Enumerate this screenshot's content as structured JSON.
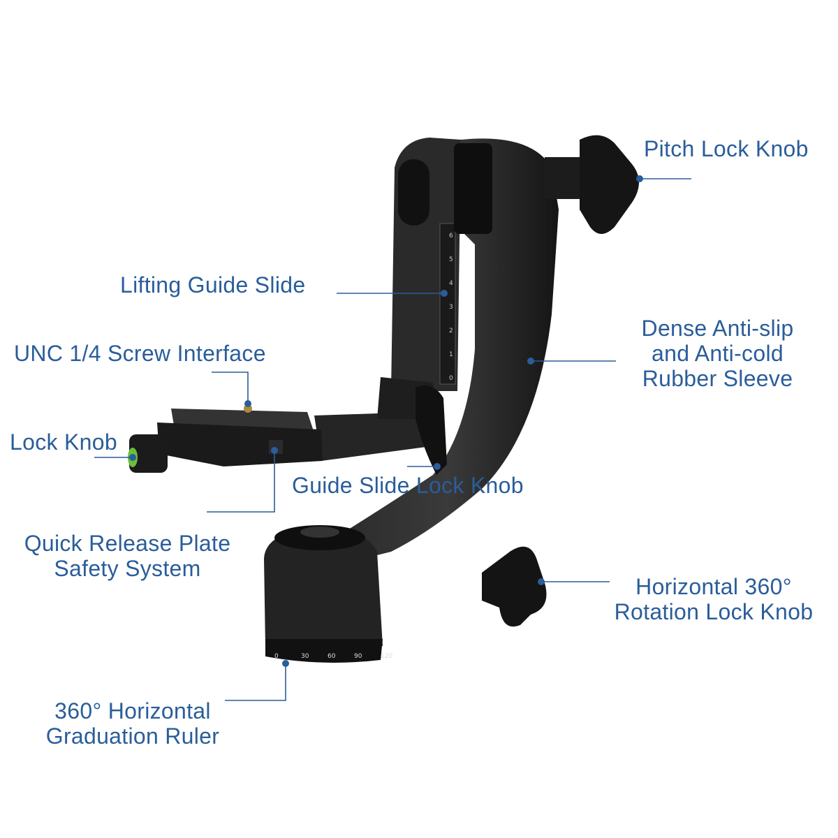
{
  "colors": {
    "label": "#2a5d9a",
    "leader": "#2a5d9a",
    "body": "#1f1f1f"
  },
  "labels": {
    "pitch_lock_knob": "Pitch Lock Knob",
    "lifting_guide_slide": "Lifting Guide Slide",
    "dense_sleeve": [
      "Dense Anti-slip",
      "and Anti-cold",
      "Rubber Sleeve"
    ],
    "unc_screw": "UNC 1/4 Screw Interface",
    "lock_knob": "Lock Knob",
    "guide_slide_lock_knob": "Guide Slide Lock Knob",
    "quick_release": [
      "Quick Release Plate",
      "Safety System"
    ],
    "horizontal_rotation": [
      "Horizontal 360°",
      "Rotation Lock Knob"
    ],
    "graduation_ruler": [
      "360° Horizontal",
      "Graduation Ruler"
    ]
  },
  "scale_marks": {
    "vertical": [
      "6",
      "5",
      "4",
      "3",
      "2",
      "1",
      "0"
    ],
    "base": [
      "0",
      "30",
      "60",
      "90",
      "120"
    ]
  }
}
